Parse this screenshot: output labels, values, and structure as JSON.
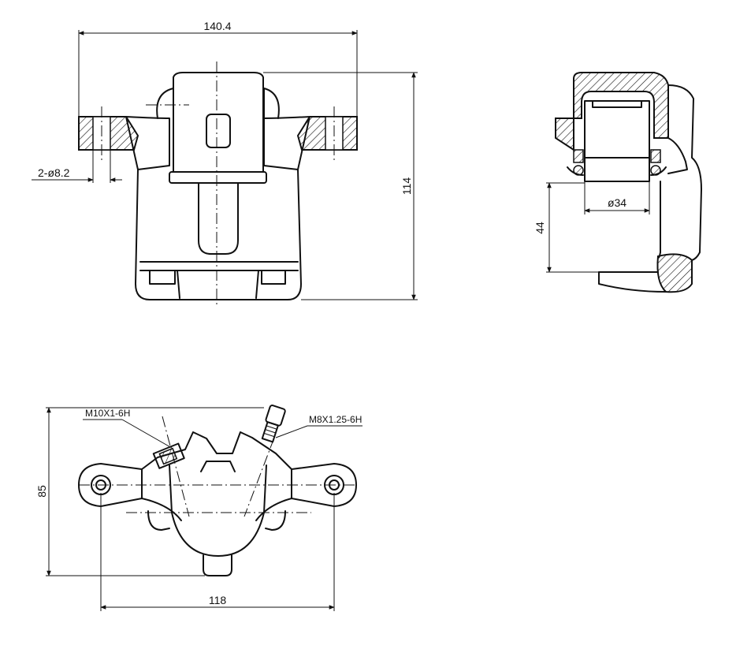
{
  "dimensions": {
    "top_width": "140.4",
    "holes": "2-ø8.2",
    "height": "114",
    "bore": "ø34",
    "piston_depth": "44",
    "bottom_height": "85",
    "bottom_width": "118"
  },
  "threads": {
    "left": "M10X1-6H",
    "right": "M8X1.25-6H"
  }
}
